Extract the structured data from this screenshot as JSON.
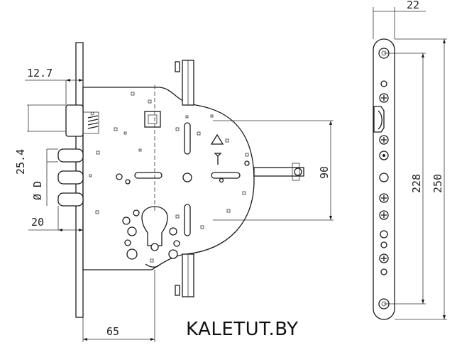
{
  "dimensions": {
    "d_12_7": "12.7",
    "d_25_4": "25.4",
    "d_diameter": "Ø D",
    "d_20": "20",
    "d_65": "65",
    "d_90": "90",
    "d_22": "22",
    "d_228": "228",
    "d_250": "250"
  },
  "brand": {
    "text": "KALETUT.BY"
  }
}
